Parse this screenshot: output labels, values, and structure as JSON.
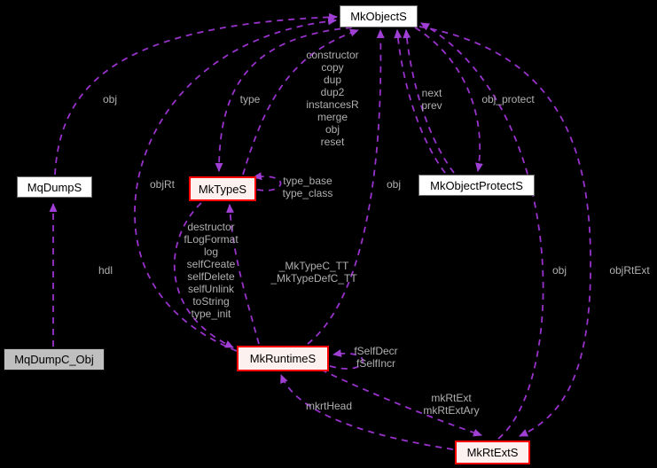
{
  "nodes": {
    "mkobjects": {
      "label": "MkObjectS"
    },
    "mqdumps": {
      "label": "MqDumpS"
    },
    "mktypes": {
      "label": "MkTypeS"
    },
    "mkobjectprotects": {
      "label": "MkObjectProtectS"
    },
    "mqdumpc_obj": {
      "label": "MqDumpC_Obj"
    },
    "mkruntimes": {
      "label": "MkRuntimeS"
    },
    "mkrtexts": {
      "label": "MkRtExtS"
    }
  },
  "edge_labels": {
    "obj_left": "obj",
    "type": "type",
    "ctor_block": "constructor\ncopy\ndup\ndup2\ninstancesR\nmerge\nobj\nreset",
    "next_prev": "next\nprev",
    "obj_protect": "obj_protect",
    "objrt": "objRt",
    "type_loop": "type_base\ntype_class",
    "obj_mid": "obj",
    "dtor_block": "destructor\nfLogFormat\nlog\nselfCreate\nselfDelete\nselfUnlink\ntoString\ntype_init",
    "tt_block": "_MkTypeC_TT\n_MkTypeDefC_TT",
    "hdl": "hdl",
    "obj_right": "obj",
    "objrtext": "objRtExt",
    "fself_loop": "fSelfDecr\nfSelfIncr",
    "mkrthead": "mkrtHead",
    "mkrtext_block": "mkRtExt\nmkRtExtAry"
  },
  "colors": {
    "background": "#000000",
    "edge": "#9932cc",
    "arrowhead": "#9f3fd4",
    "edge_label_text": "#b0b0b0",
    "node_border": "#6a6a6a",
    "node_border_red": "#ff0000",
    "node_fill": "#ffffff",
    "node_fill_red": "#fdf1ef",
    "current_node_fill": "#bfbfbf",
    "node_text": "#000000"
  }
}
